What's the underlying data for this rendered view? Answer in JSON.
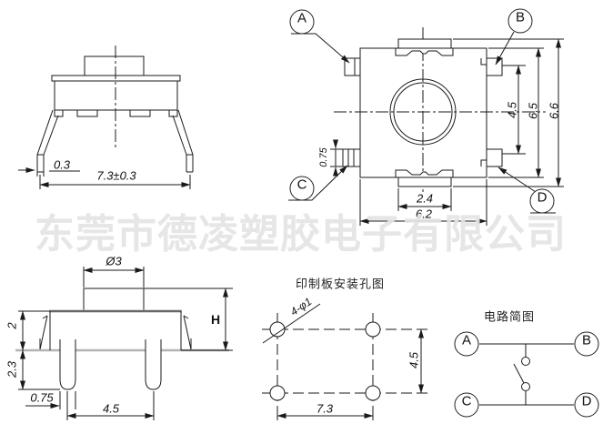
{
  "watermark": "东莞市德凌塑胶电子有限公司",
  "colors": {
    "line": "#1a1a1a",
    "gray_line": "#b3b3b3",
    "watermark": "#e4e4e4"
  },
  "front_view": {
    "dim_lead_width": "0.3",
    "dim_overall_width": "7.3±0.3"
  },
  "top_view": {
    "terminals": {
      "a": "A",
      "b": "B",
      "c": "C",
      "d": "D"
    },
    "dims": {
      "contact_span": "4.5",
      "body_height": "6.5",
      "overall_height": "6.6",
      "terminal_width": "0.75",
      "tab_width": "2.4",
      "body_width": "6.2"
    }
  },
  "side_view": {
    "dims": {
      "button_diameter": "Ø3",
      "body_height": "2",
      "leg_length": "2.3",
      "pin_width": "0.75",
      "pin_pitch": "4.5",
      "overall_height": "H"
    }
  },
  "pcb_view": {
    "title": "印制板安装孔图",
    "hole_callout": "4-φ1",
    "dims": {
      "pitch_x": "7.3",
      "pitch_y": "4.5"
    }
  },
  "circuit_view": {
    "title": "电路简图",
    "terminals": {
      "a": "A",
      "b": "B",
      "c": "C",
      "d": "D"
    }
  }
}
